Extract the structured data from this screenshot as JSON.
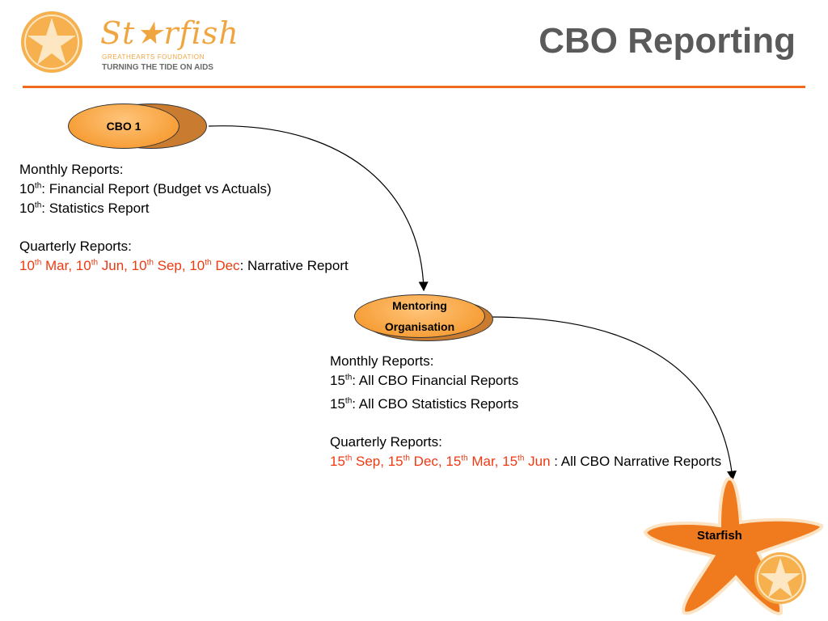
{
  "header": {
    "title": "CBO Reporting",
    "logo": {
      "wordmark": "St★rfish",
      "line1": "GREATHEARTS   FOUNDATION",
      "line2": "TURNING THE TIDE ON AIDS"
    }
  },
  "nodes": {
    "cbo1": "CBO 1",
    "mentor_line1": "Mentoring",
    "mentor_line2": "Organisation",
    "starfish": "Starfish"
  },
  "cbo_reports": {
    "monthly_heading": "Monthly Reports:",
    "monthly": [
      {
        "day": "10",
        "suffix": "th",
        "text": ":  Financial Report (Budget vs Actuals)"
      },
      {
        "day": "10",
        "suffix": "th",
        "text": ":  Statistics Report"
      }
    ],
    "quarterly_heading": "Quarterly Reports:",
    "quarterly_dates": [
      {
        "day": "10",
        "suffix": "th",
        "text": " Mar, "
      },
      {
        "day": "10",
        "suffix": "th",
        "text": " Jun, "
      },
      {
        "day": "10",
        "suffix": "th",
        "text": " Sep, "
      },
      {
        "day": "10",
        "suffix": "th",
        "text": " Dec"
      }
    ],
    "quarterly_text": ":  Narrative Report"
  },
  "mentor_reports": {
    "monthly_heading": "Monthly Reports:",
    "monthly": [
      {
        "day": "15",
        "suffix": "th",
        "text": ":  All CBO Financial Reports"
      },
      {
        "day": "15",
        "suffix": "th",
        "text": ":  All CBO Statistics Reports"
      }
    ],
    "quarterly_heading": "Quarterly Reports:",
    "quarterly_dates": [
      {
        "day": "15",
        "suffix": "th",
        "text": " Sep, "
      },
      {
        "day": "15",
        "suffix": "th",
        "text": " Dec, "
      },
      {
        "day": "15",
        "suffix": "th",
        "text": " Mar, "
      },
      {
        "day": "15",
        "suffix": "th",
        "text": " Jun"
      }
    ],
    "quarterly_text": " : All CBO Narrative Reports"
  },
  "colors": {
    "accent": "#ee6a1c",
    "highlight_text": "#ee3a12",
    "node_fill": "#f7a03a",
    "title": "#5a5a5a"
  }
}
